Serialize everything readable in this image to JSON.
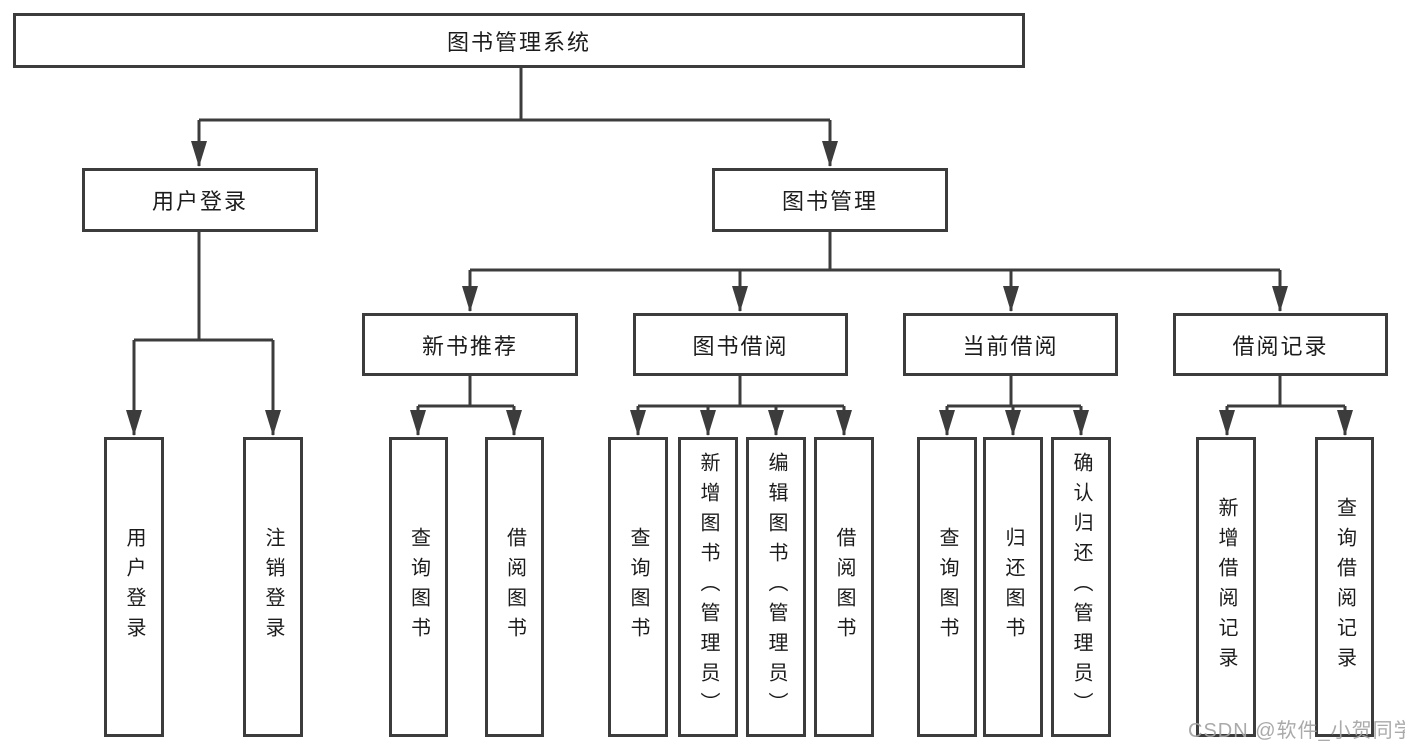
{
  "nodes": {
    "root": "图书管理系统",
    "level2": {
      "user_login": "用户登录",
      "book_management": "图书管理"
    },
    "level3": {
      "new_book_recommend": "新书推荐",
      "book_borrow": "图书借阅",
      "current_borrow": "当前借阅",
      "borrow_records": "借阅记录"
    },
    "leaves": {
      "user_login": "用户登录",
      "logout": "注销登录",
      "recommend_query_book": "查询图书",
      "recommend_borrow_book": "借阅图书",
      "borrow_query_book": "查询图书",
      "borrow_add_book": "新增图书（管理员）",
      "borrow_edit_book": "编辑图书（管理员）",
      "borrow_borrow_book": "借阅图书",
      "current_query_book": "查询图书",
      "current_return_book": "归还图书",
      "current_confirm_return": "确认归还（管理员）",
      "records_add_record": "新增借阅记录",
      "records_query_record": "查询借阅记录"
    }
  },
  "watermark": "CSDN @软件_小贺同学",
  "colors": {
    "line": "#3c3c3c",
    "box_border": "#3c3c3c",
    "text": "#1c1c1c",
    "background": "#ffffff",
    "watermark": "#a3a3a3"
  }
}
